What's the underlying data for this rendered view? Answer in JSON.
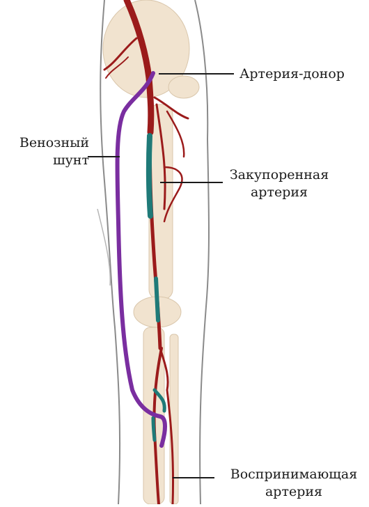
{
  "labels": {
    "donor": "Артерия-донор",
    "shunt_line1": "Венозный",
    "shunt_line2": "шунт",
    "blocked_line1": "Закупоренная",
    "blocked_line2": "артерия",
    "receiving_line1": "Воспринимающая",
    "receiving_line2": "артерия"
  },
  "colors": {
    "artery": "#9b1b1b",
    "artery_dark": "#6e1010",
    "vein_graft": "#7a2ea0",
    "blocked_segment": "#1f7a78",
    "bone": "#f1e3cf",
    "bone_outline": "#d9c6ab",
    "leg_outline": "#8a8a8a",
    "leader_line": "#1a1a1a"
  }
}
